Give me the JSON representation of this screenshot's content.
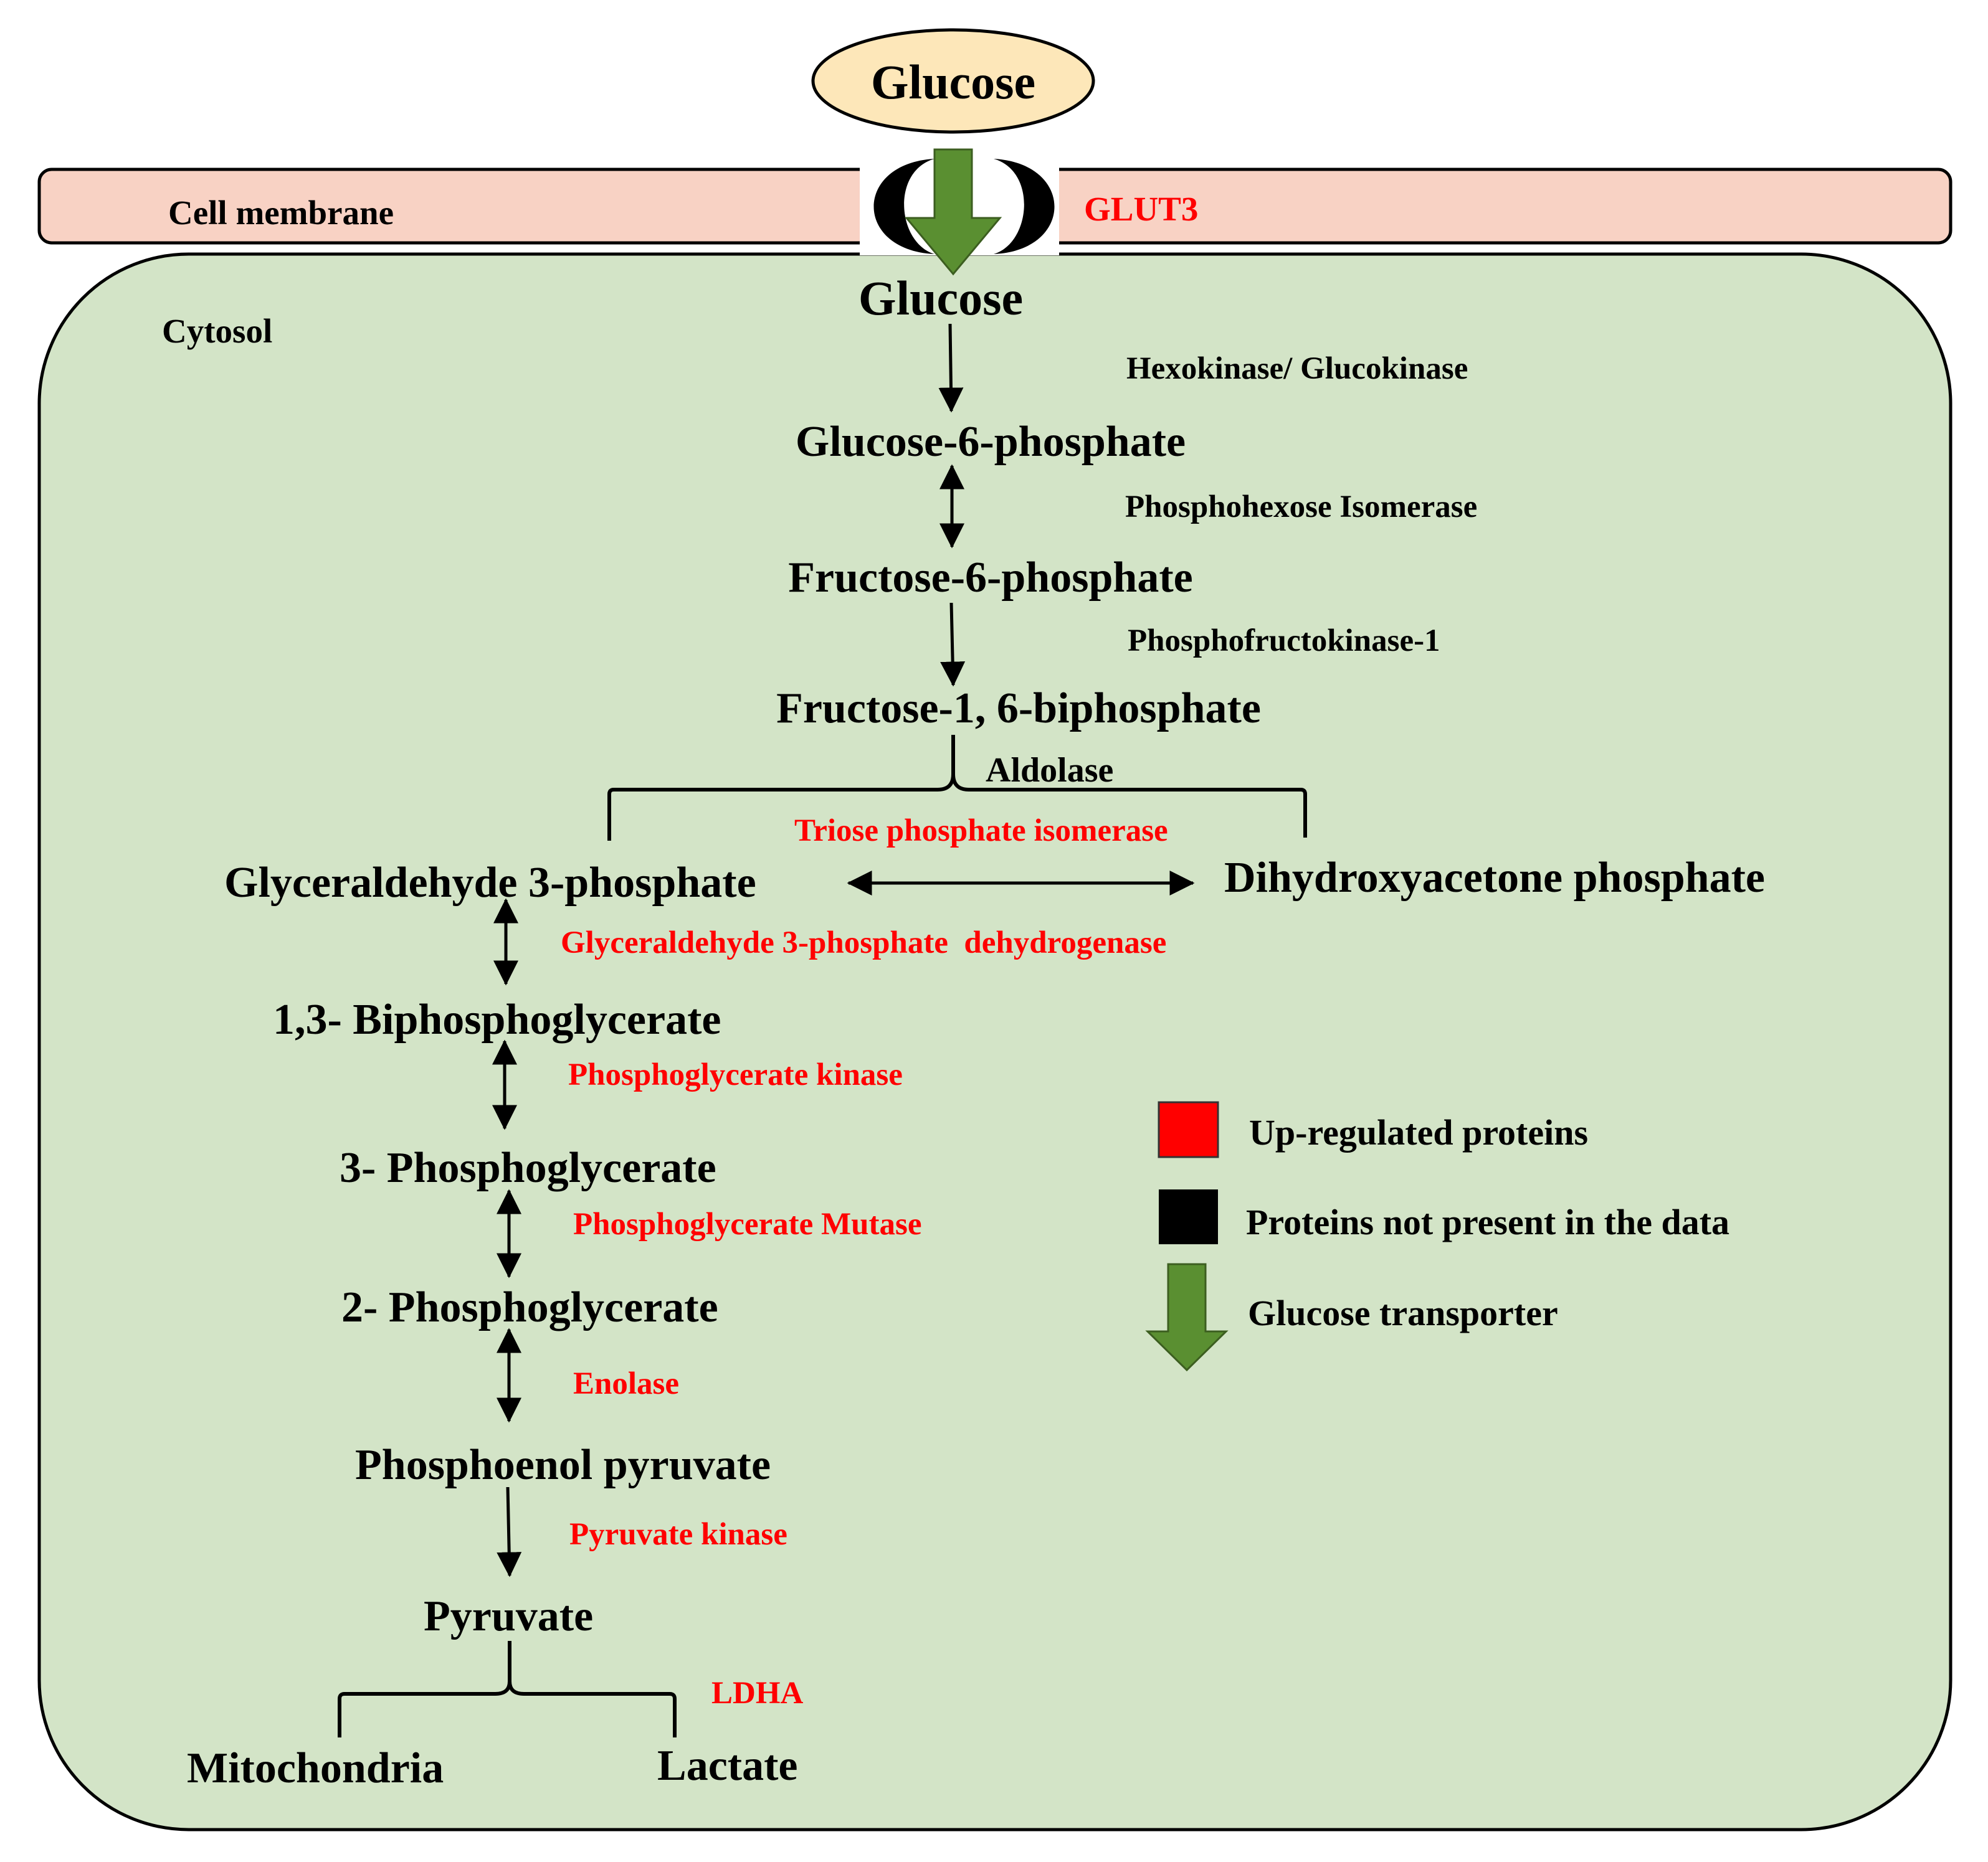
{
  "compartments": {
    "membrane_label": "Cell membrane",
    "cytosol_label": "Cytosol"
  },
  "transporter": {
    "name": "GLUT3",
    "outside_metabolite": "Glucose"
  },
  "metabolites": {
    "glucose": "Glucose",
    "g6p": "Glucose-6-phosphate",
    "f6p": "Fructose-6-phosphate",
    "f16bp": "Fructose-1, 6-biphosphate",
    "g3p": "Glyceraldehyde 3-phosphate",
    "dhap": "Dihydroxyacetone phosphate",
    "bpg13": "1,3- Biphosphoglycerate",
    "pg3": "3- Phosphoglycerate",
    "pg2": "2- Phosphoglycerate",
    "pep": "Phosphoenol pyruvate",
    "pyruvate": "Pyruvate",
    "mitochondria": "Mitochondria",
    "lactate": "Lactate"
  },
  "enzymes": {
    "hexokinase": "Hexokinase/ Glucokinase",
    "phi": "Phosphohexose Isomerase",
    "pfk": "Phosphofructokinase-1",
    "aldolase": "Aldolase",
    "tpi": "Triose phosphate isomerase",
    "gapdh": "Glyceraldehyde 3-phosphate  dehydrogenase",
    "pgk": "Phosphoglycerate kinase",
    "pgm": "Phosphoglycerate Mutase",
    "enolase": "Enolase",
    "pk": "Pyruvate kinase",
    "ldha": "LDHA"
  },
  "legend": {
    "upregulated": "Up-regulated proteins",
    "not_present": "Proteins not present in the data",
    "transporter": "Glucose transporter"
  },
  "colors": {
    "upregulated": "#ff0000",
    "not_present": "#000000",
    "transporter_arrow": "#5a8f31",
    "cytosol_fill": "#d3e4c7",
    "membrane_fill": "#f8d2c4",
    "glucose_fill": "#fde7b9"
  }
}
